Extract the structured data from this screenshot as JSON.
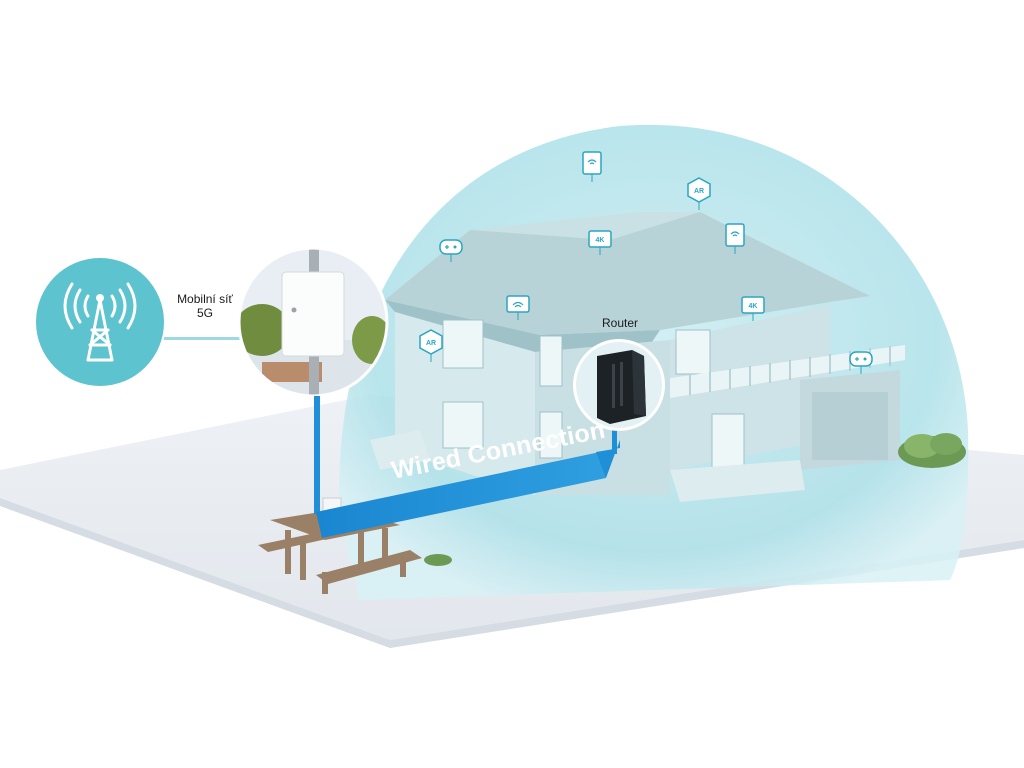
{
  "labels": {
    "mobile_network": "Mobilní síť",
    "mobile_network_gen": "5G",
    "router": "Router",
    "wired_connection": "Wired Connection"
  },
  "device_icons": [
    {
      "name": "tablet-wifi-icon",
      "text": ""
    },
    {
      "name": "ar-glasses-icon",
      "text": "AR"
    },
    {
      "name": "gamepad-icon",
      "text": ""
    },
    {
      "name": "tv-4k-icon",
      "text": "4K"
    },
    {
      "name": "tablet-wifi-icon",
      "text": ""
    },
    {
      "name": "monitor-wifi-icon",
      "text": ""
    },
    {
      "name": "tv-4k-icon",
      "text": "4K"
    },
    {
      "name": "ar-glasses-icon",
      "text": "AR"
    },
    {
      "name": "gamepad-icon",
      "text": ""
    }
  ],
  "colors": {
    "coverage_dome": "#a9dde6",
    "accent": "#2aa6c0",
    "wired_band": "#1f8fd8",
    "ground": "#e7ebf0"
  }
}
